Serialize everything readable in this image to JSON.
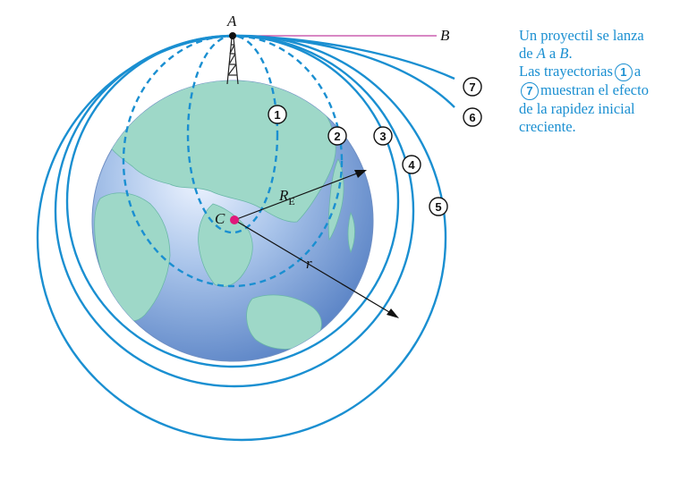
{
  "labels": {
    "point_a": "A",
    "point_b": "B",
    "center": "C",
    "earth_radius": "R",
    "earth_radius_sub": "E",
    "orbit_radius": "r"
  },
  "trajectory_markers": [
    "1",
    "2",
    "3",
    "4",
    "5",
    "6",
    "7"
  ],
  "caption": {
    "line1": "Un proyectil se lanza",
    "line2_pre": "de ",
    "line2_a": "A",
    "line2_mid": " a ",
    "line2_b": "B",
    "line2_post": ".",
    "line3_pre": "Las trayectorias",
    "line3_badge": "1",
    "line3_post": "a",
    "line4_badge": "7",
    "line4_post": "muestran el efecto",
    "line5": "de la rapidez inicial",
    "line6": "creciente."
  },
  "colors": {
    "trajectory": "#1a8fd1",
    "ocean": "#7fa8dc",
    "land": "#9ed8c8",
    "center_dot": "#e0187a",
    "line_ab": "#c040a0",
    "caption": "#1a8fd1"
  }
}
